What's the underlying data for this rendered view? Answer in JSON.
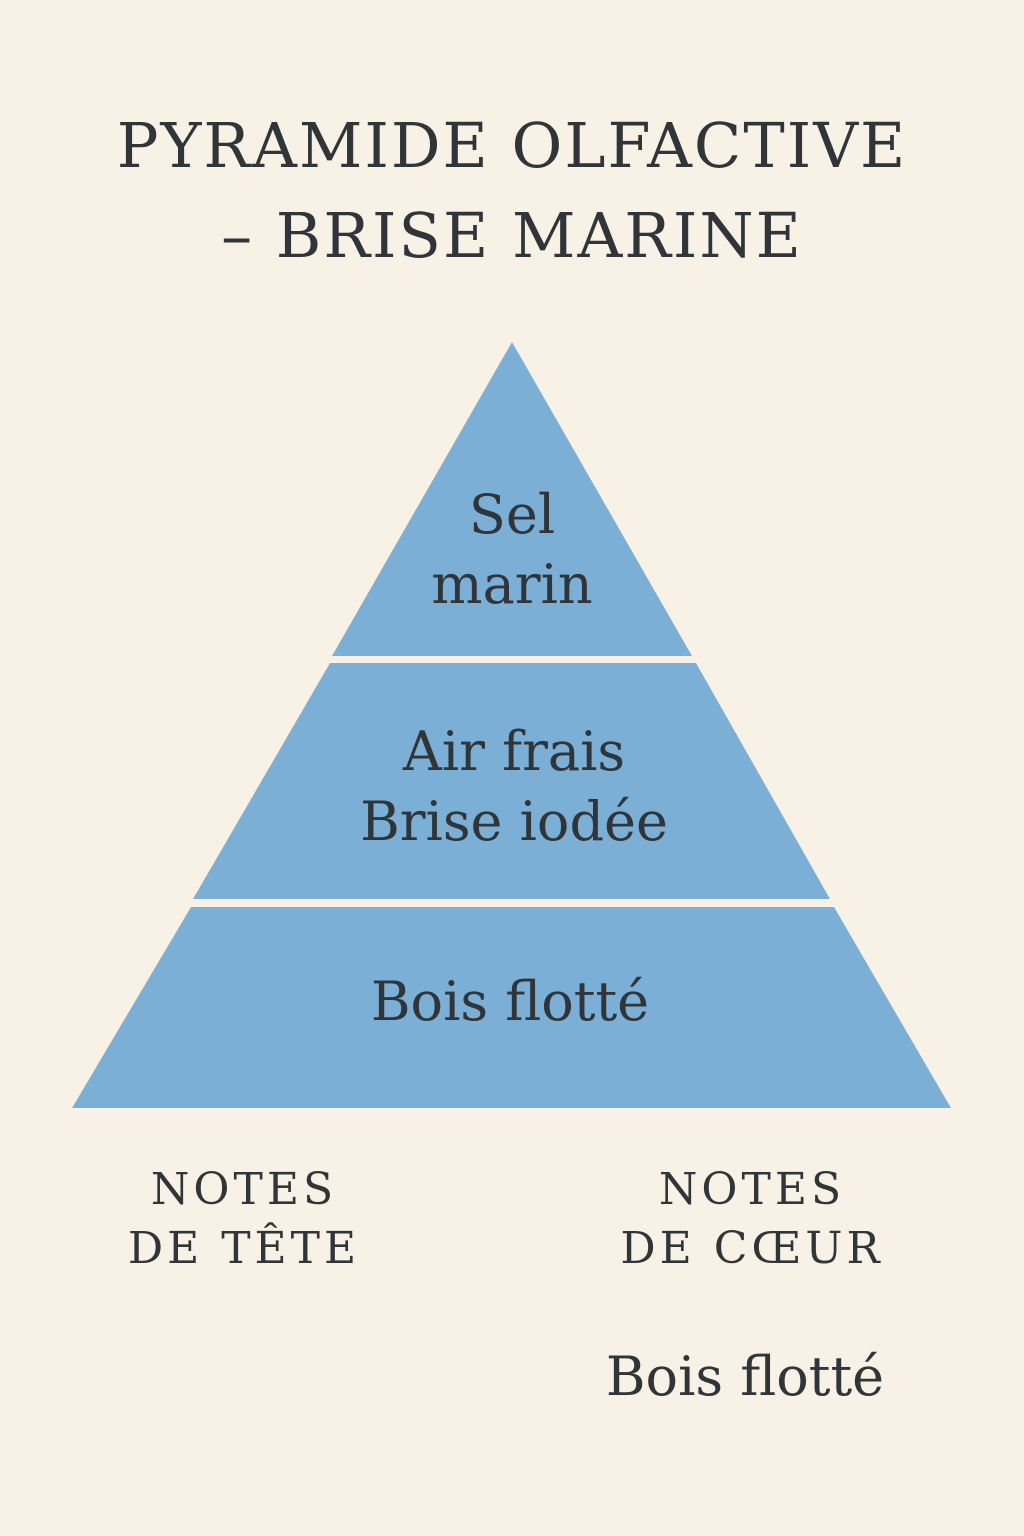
{
  "title": {
    "line1": "PYRAMIDE OLFACTIVE",
    "line2": "– BRISE MARINE"
  },
  "tiers": [
    {
      "lines": [
        "Sel",
        "marin"
      ]
    },
    {
      "lines": [
        "Air frais",
        "Brise iodée"
      ]
    },
    {
      "lines": [
        "Bois flotté"
      ]
    }
  ],
  "labels": {
    "left": [
      "NOTES",
      "DE TÊTE"
    ],
    "right": [
      "NOTES",
      "DE CŒUR"
    ]
  },
  "bottom_note": "Bois flotté",
  "colors": {
    "background": "#f8f1e6",
    "tier_fill": "#7bafd6",
    "text": "#2f3538"
  }
}
